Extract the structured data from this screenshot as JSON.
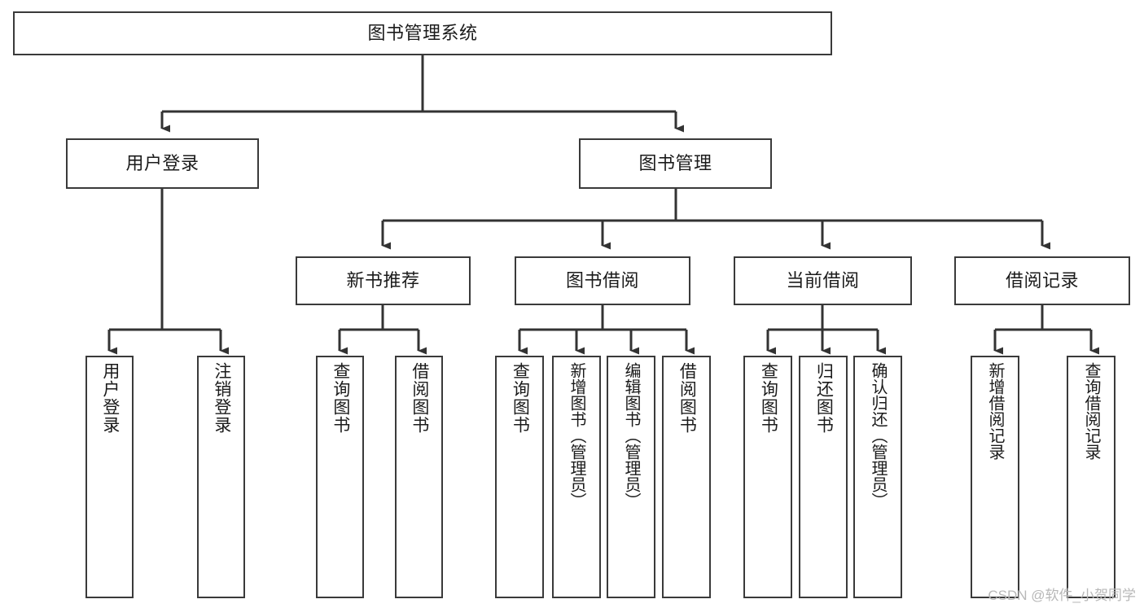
{
  "diagram": {
    "type": "tree-hierarchy-chart",
    "title": "图书管理系统",
    "watermark": "CSDN @软件_小贺同学",
    "colors": {
      "box_border": "#3a3a3a",
      "box_fill": "#ffffff",
      "connector": "#333333",
      "text": "#1b1b1b",
      "watermark": "#b8b8b8",
      "background": "#ffffff"
    },
    "nodes": {
      "root": {
        "label": "图书管理系统",
        "orientation": "horizontal"
      },
      "level2": [
        {
          "id": "user-login",
          "label": "用户登录",
          "orientation": "horizontal"
        },
        {
          "id": "book-manage",
          "label": "图书管理",
          "orientation": "horizontal"
        }
      ],
      "level3": [
        {
          "id": "new-book-recommend",
          "label": "新书推荐",
          "orientation": "horizontal"
        },
        {
          "id": "book-borrow",
          "label": "图书借阅",
          "orientation": "horizontal"
        },
        {
          "id": "current-borrow",
          "label": "当前借阅",
          "orientation": "horizontal"
        },
        {
          "id": "borrow-record",
          "label": "借阅记录",
          "orientation": "horizontal"
        }
      ],
      "leaves": [
        {
          "id": "leaf-user-login",
          "label": "用户登录",
          "parent": "user-login",
          "orientation": "vertical"
        },
        {
          "id": "leaf-logout",
          "label": "注销登录",
          "parent": "user-login",
          "orientation": "vertical"
        },
        {
          "id": "leaf-query-book-1",
          "label": "查询图书",
          "parent": "new-book-recommend",
          "orientation": "vertical"
        },
        {
          "id": "leaf-borrow-book-1",
          "label": "借阅图书",
          "parent": "new-book-recommend",
          "orientation": "vertical"
        },
        {
          "id": "leaf-query-book-2",
          "label": "查询图书",
          "parent": "book-borrow",
          "orientation": "vertical"
        },
        {
          "id": "leaf-add-book",
          "label": "新增图书（管理员）",
          "parent": "book-borrow",
          "orientation": "vertical"
        },
        {
          "id": "leaf-edit-book",
          "label": "编辑图书（管理员）",
          "parent": "book-borrow",
          "orientation": "vertical"
        },
        {
          "id": "leaf-borrow-book-2",
          "label": "借阅图书",
          "parent": "book-borrow",
          "orientation": "vertical"
        },
        {
          "id": "leaf-query-book-3",
          "label": "查询图书",
          "parent": "current-borrow",
          "orientation": "vertical"
        },
        {
          "id": "leaf-return-book",
          "label": "归还图书",
          "parent": "current-borrow",
          "orientation": "vertical"
        },
        {
          "id": "leaf-confirm-return",
          "label": "确认归还（管理员）",
          "parent": "current-borrow",
          "orientation": "vertical"
        },
        {
          "id": "leaf-add-record",
          "label": "新增借阅记录",
          "parent": "borrow-record",
          "orientation": "vertical"
        },
        {
          "id": "leaf-query-record",
          "label": "查询借阅记录",
          "parent": "borrow-record",
          "orientation": "vertical"
        }
      ]
    }
  }
}
